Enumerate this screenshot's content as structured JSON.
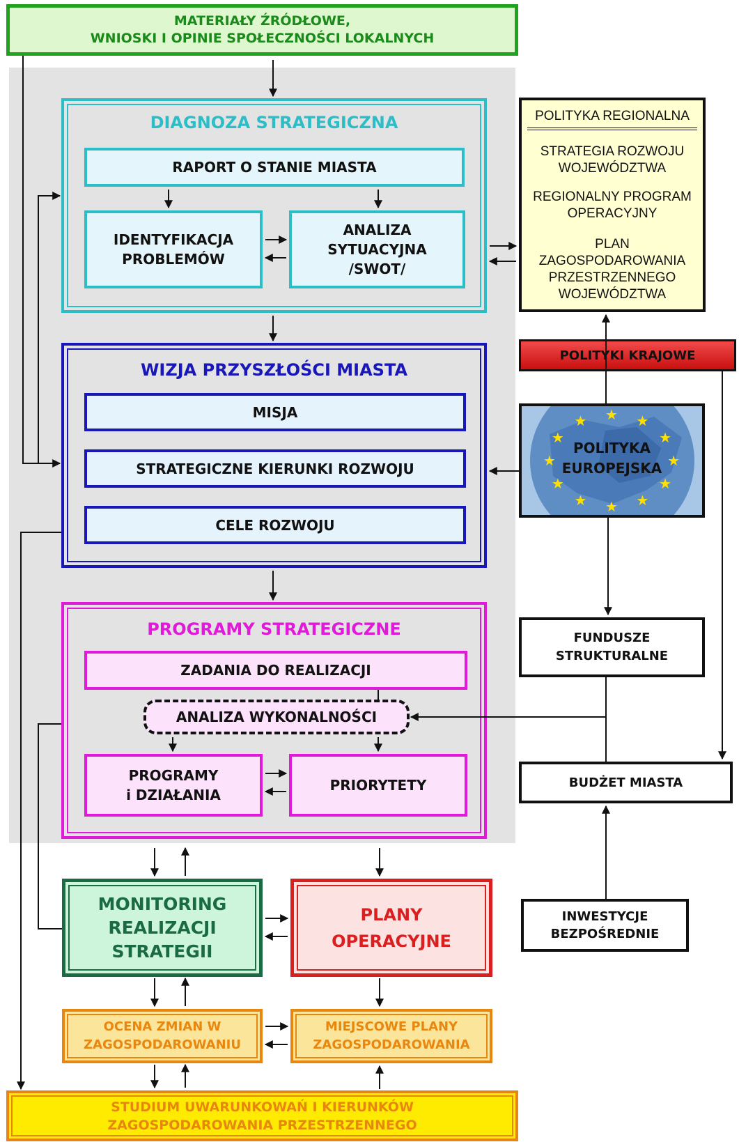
{
  "top_sources": {
    "line1": "MATERIAŁY ŹRÓDŁOWE,",
    "line2": "WNIOSKI I OPINIE SPOŁECZNOŚCI LOKALNYCH"
  },
  "diagnoza": {
    "title": "DIAGNOZA STRATEGICZNA",
    "raport": "RAPORT O STANIE MIASTA",
    "identyfikacja": {
      "line1": "IDENTYFIKACJA",
      "line2": "PROBLEMÓW"
    },
    "analiza": {
      "line1": "ANALIZA",
      "line2": "SYTUACYJNA",
      "line3": "/SWOT/"
    }
  },
  "wizja": {
    "title": "WIZJA PRZYSZŁOŚCI MIASTA",
    "misja": "MISJA",
    "kierunki": "STRATEGICZNE KIERUNKI ROZWOJU",
    "cele": "CELE ROZWOJU"
  },
  "programy": {
    "title": "PROGRAMY STRATEGICZNE",
    "zadania": "ZADANIA DO REALIZACJI",
    "analiza": "ANALIZA WYKONALNOŚCI",
    "programy_dzialania": {
      "line1": "PROGRAMY",
      "line2": "i DZIAŁANIA"
    },
    "priorytety": "PRIORYTETY"
  },
  "monitoring": {
    "line1": "MONITORING",
    "line2": "REALIZACJI",
    "line3": "STRATEGII"
  },
  "plany_operacyjne": {
    "line1": "PLANY",
    "line2": "OPERACYJNE"
  },
  "ocena": {
    "line1": "OCENA ZMIAN W",
    "line2": "ZAGOSPODAROWANIU"
  },
  "miejscowe": {
    "line1": "MIEJSCOWE PLANY",
    "line2": "ZAGOSPODAROWANIA"
  },
  "studium": {
    "line1": "STUDIUM UWARUNKOWAŃ I KIERUNKÓW",
    "line2": "ZAGOSPODAROWANIA PRZESTRZENNEGO"
  },
  "polityka_regionalna": {
    "title": "POLITYKA REGIONALNA",
    "strategia": {
      "line1": "STRATEGIA ROZWOJU",
      "line2": "WOJEWÓDZTWA"
    },
    "rpo": {
      "line1": "REGIONALNY PROGRAM",
      "line2": "OPERACYJNY"
    },
    "plan": {
      "line1": "PLAN",
      "line2": "ZAGOSPODAROWANIA",
      "line3": "PRZESTRZENNEGO",
      "line4": "WOJEWÓDZTWA"
    }
  },
  "polityki_krajowe": "POLITYKI KRAJOWE",
  "polityka_europejska": {
    "line1": "POLITYKA",
    "line2": "EUROPEJSKA"
  },
  "fundusze": {
    "line1": "FUNDUSZE",
    "line2": "STRUKTURALNE"
  },
  "budzet": "BUDŻET MIASTA",
  "inwestycje": {
    "line1": "INWESTYCJE",
    "line2": "BEZPOŚREDNIE"
  },
  "colors": {
    "green": "#1fa31f",
    "cyan": "#2dbdc7",
    "blue": "#1a17b8",
    "magenta": "#e01ad8",
    "dark_green": "#1a6b43",
    "red": "#d91f1f",
    "orange": "#e8870f",
    "yellow": "#ffeb00"
  }
}
